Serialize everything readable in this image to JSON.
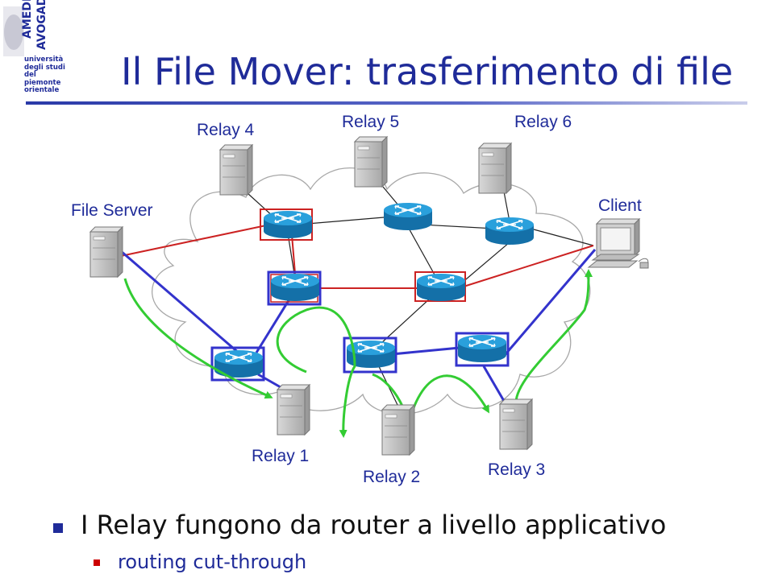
{
  "slide": {
    "title": "Il File Mover: trasferimento di file",
    "logo_lines": [
      "università",
      "degli studi",
      "del piemonte",
      "orientale"
    ],
    "logo_brand": "AMEDEO AVOGADRO"
  },
  "diagram": {
    "labels": {
      "relay4": "Relay 4",
      "relay5": "Relay 5",
      "relay6": "Relay 6",
      "file_server": "File Server",
      "client": "Client",
      "relay1": "Relay 1",
      "relay2": "Relay 2",
      "relay3": "Relay 3"
    },
    "colors": {
      "red_path": "#cc2222",
      "blue_path": "#3333cc",
      "green_arrow": "#33cc33",
      "router": "#1f8fc8"
    }
  },
  "bullets": {
    "main": "I Relay fungono da router a livello applicativo",
    "sub": "routing cut-through"
  }
}
